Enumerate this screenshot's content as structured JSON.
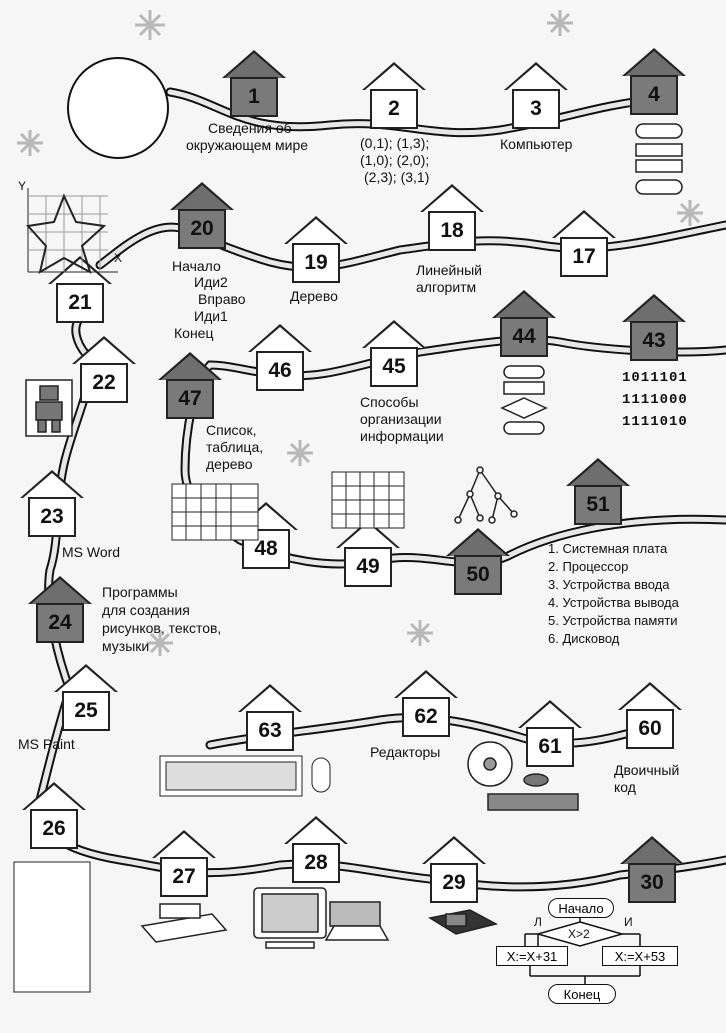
{
  "houses": [
    {
      "num": "1",
      "dark": true
    },
    {
      "num": "2",
      "dark": false
    },
    {
      "num": "3",
      "dark": false
    },
    {
      "num": "4",
      "dark": true
    },
    {
      "num": "17",
      "dark": false
    },
    {
      "num": "18",
      "dark": false
    },
    {
      "num": "19",
      "dark": false
    },
    {
      "num": "20",
      "dark": true
    },
    {
      "num": "21",
      "dark": false
    },
    {
      "num": "22",
      "dark": false
    },
    {
      "num": "23",
      "dark": false
    },
    {
      "num": "24",
      "dark": true
    },
    {
      "num": "25",
      "dark": false
    },
    {
      "num": "26",
      "dark": false
    },
    {
      "num": "27",
      "dark": false
    },
    {
      "num": "28",
      "dark": false
    },
    {
      "num": "29",
      "dark": false
    },
    {
      "num": "30",
      "dark": true
    },
    {
      "num": "43",
      "dark": true
    },
    {
      "num": "44",
      "dark": true
    },
    {
      "num": "45",
      "dark": false
    },
    {
      "num": "46",
      "dark": false
    },
    {
      "num": "47",
      "dark": true
    },
    {
      "num": "48",
      "dark": false
    },
    {
      "num": "49",
      "dark": false
    },
    {
      "num": "50",
      "dark": true
    },
    {
      "num": "51",
      "dark": true
    },
    {
      "num": "60",
      "dark": false
    },
    {
      "num": "61",
      "dark": false
    },
    {
      "num": "62",
      "dark": false
    },
    {
      "num": "63",
      "dark": false
    }
  ],
  "labels": {
    "info1": "Сведения об",
    "info2": "окружающем мире",
    "coords1": "(0,1); (1,3);",
    "coords2": "(1,0); (2,0);",
    "coords3": "(2,3); (3,1)",
    "computer": "Компьютер",
    "axis_y": "Y",
    "axis_x": "X",
    "prog1": "Начало",
    "prog2": "Иди2",
    "prog3": "Вправо",
    "prog4": "Иди1",
    "prog5": "Конец",
    "tree": "Дерево",
    "linear1": "Линейный",
    "linear2": "алгоритм",
    "binary1": "1011101",
    "binary2": "1111000",
    "binary3": "1111010",
    "ways1": "Способы",
    "ways2": "организации",
    "ways3": "информации",
    "list1": "Список,",
    "list2": "таблица,",
    "list3": "дерево",
    "msword": "MS Word",
    "progs1": "Программы",
    "progs2": "для создания",
    "progs3": "рисунков, текстов,",
    "progs4": "музыки",
    "pc1": "1. Системная плата",
    "pc2": "2. Процессор",
    "pc3": "3. Устройства ввода",
    "pc4": "4. Устройства вывода",
    "pc5": "5. Устройства памяти",
    "pc6": "6. Дисковод",
    "mspaint": "MS Paint",
    "editors": "Редакторы",
    "bincode1": "Двоичный",
    "bincode2": "код",
    "fc_start": "Начало",
    "fc_cond": "X>2",
    "fc_no": "Л",
    "fc_yes": "И",
    "fc_left": "X:=X+31",
    "fc_right": "X:=X+53",
    "fc_end": "Конец"
  }
}
